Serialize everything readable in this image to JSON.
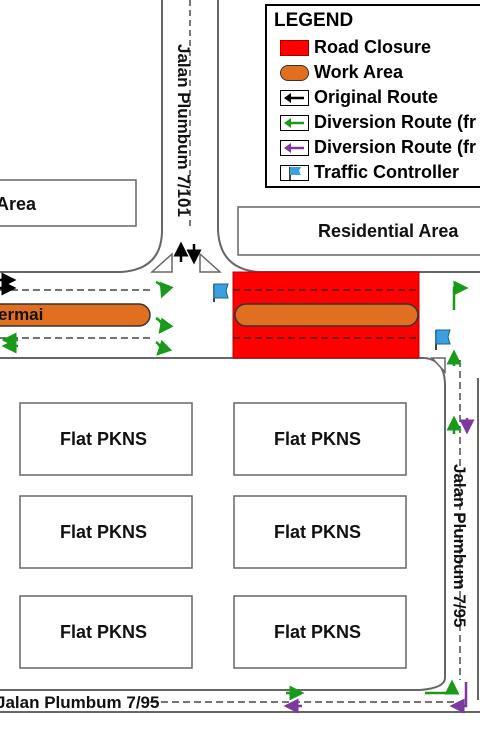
{
  "legend": {
    "title": "LEGEND",
    "items": [
      {
        "label": "Road Closure",
        "kind": "road-closure",
        "color": "#ff0000"
      },
      {
        "label": "Work Area",
        "kind": "work-area",
        "color": "#e07020"
      },
      {
        "label": "Original Route",
        "kind": "original-route",
        "color": "#000000"
      },
      {
        "label": "Diversion Route (fr",
        "kind": "diversion-green",
        "color": "#1a9a1a"
      },
      {
        "label": "Diversion Route (fr",
        "kind": "diversion-purple",
        "color": "#7a3aa0"
      },
      {
        "label": "Traffic Controller",
        "kind": "traffic-controller",
        "color": "#3aa0e0"
      }
    ]
  },
  "areas": {
    "left_area": "Area",
    "residential": "Residential Area",
    "flats": [
      "Flat PKNS",
      "Flat PKNS",
      "Flat PKNS",
      "Flat PKNS",
      "Flat PKNS",
      "Flat PKNS"
    ]
  },
  "roads": {
    "north_road": "Jalan Plumbum 7/101",
    "east_road": "Jalan Plumbum 7/95",
    "south_road": "Jalan Plumbum 7/95",
    "west_road": "ermai"
  }
}
